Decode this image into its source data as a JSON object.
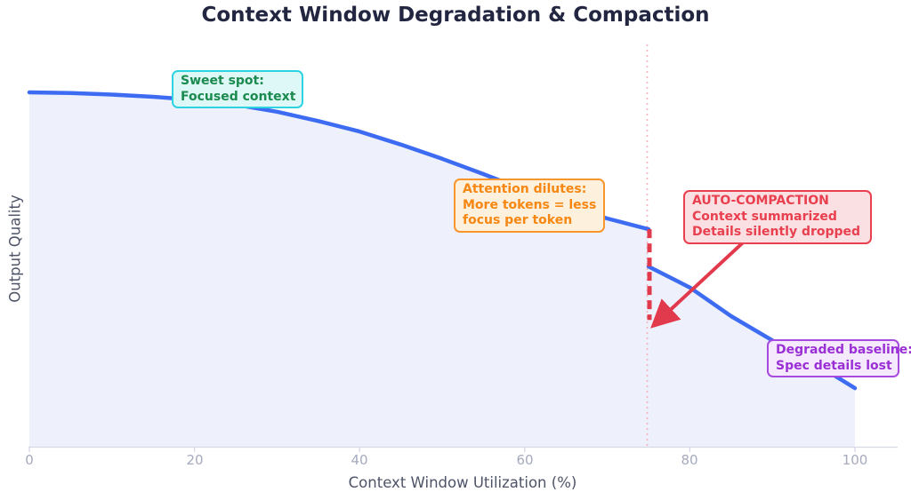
{
  "title": "Context Window Degradation & Compaction",
  "x_axis": {
    "label": "Context Window Utilization (%)",
    "ticks": [
      "0",
      "20",
      "40",
      "60",
      "80",
      "100"
    ]
  },
  "y_axis": {
    "label": "Output Quality"
  },
  "annotations": {
    "sweet_spot": {
      "lines": [
        "Sweet spot:",
        "Focused context"
      ],
      "text_color": "#1a8a4e",
      "border_color": "#2ed3e2",
      "bg_color": "#ddf8f7"
    },
    "attention": {
      "lines": [
        "Attention dilutes:",
        "More tokens = less",
        "focus per token"
      ],
      "text_color": "#f68712",
      "border_color": "#f9952d",
      "bg_color": "#fdf1dd"
    },
    "auto_compaction": {
      "lines": [
        "AUTO-COMPACTION",
        "Context summarized",
        "Details silently dropped"
      ],
      "text_color": "#e8404f",
      "border_color": "#e8404f",
      "bg_color": "#fbe0e3"
    },
    "degraded": {
      "lines": [
        "Degraded baseline:",
        "Spec details lost"
      ],
      "text_color": "#9a2fd6",
      "border_color": "#a74ae0",
      "bg_color": "#f5eafd"
    }
  },
  "chart_data": {
    "type": "line",
    "title": "Context Window Degradation & Compaction",
    "xlabel": "Context Window Utilization (%)",
    "ylabel": "Output Quality",
    "xlim": [
      0,
      100
    ],
    "x_ticks": [
      0,
      20,
      40,
      60,
      80,
      100
    ],
    "grid": false,
    "line_color": "#3d6cf2",
    "fill_color": "#eef1fb",
    "series": [
      {
        "name": "before_compaction",
        "x": [
          0,
          5,
          10,
          15,
          20,
          25,
          30,
          35,
          40,
          45,
          50,
          55,
          60,
          65,
          70,
          75
        ],
        "y": [
          0.95,
          0.948,
          0.944,
          0.938,
          0.93,
          0.917,
          0.898,
          0.873,
          0.845,
          0.81,
          0.772,
          0.731,
          0.688,
          0.645,
          0.612,
          0.583
        ]
      },
      {
        "name": "after_compaction",
        "x": [
          75,
          80,
          85,
          90,
          95,
          100
        ],
        "y": [
          0.483,
          0.427,
          0.35,
          0.285,
          0.225,
          0.157
        ]
      }
    ],
    "compaction": {
      "x": 75,
      "drop_from_quality": 0.583,
      "drop_to_quality": 0.34,
      "dashed_color": "#e03a4c",
      "vline_color": "#f3b3ba"
    },
    "arrow": {
      "from_x_pct": 87.3,
      "from_quality": 0.565,
      "to_x_pct": 75.7,
      "to_quality": 0.327,
      "color": "#e03a4c"
    }
  }
}
